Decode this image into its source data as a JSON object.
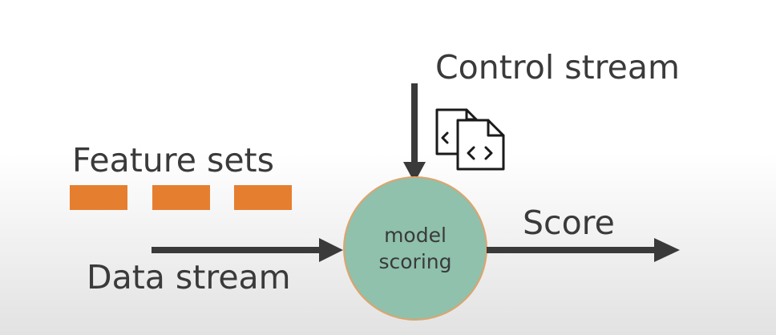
{
  "labels": {
    "control_stream": "Control stream",
    "feature_sets": "Feature sets",
    "data_stream": "Data stream",
    "score": "Score"
  },
  "node": {
    "line1": "model",
    "line2": "scoring"
  },
  "feature_set_count": 3,
  "colors": {
    "feature_block": "#e67e30",
    "node_fill": "#8fc1ad",
    "node_stroke": "#e0a36a",
    "arrow": "#3a3a3a",
    "text": "#3a3a3a"
  },
  "icons": {
    "control": "code-document-stack-icon"
  }
}
